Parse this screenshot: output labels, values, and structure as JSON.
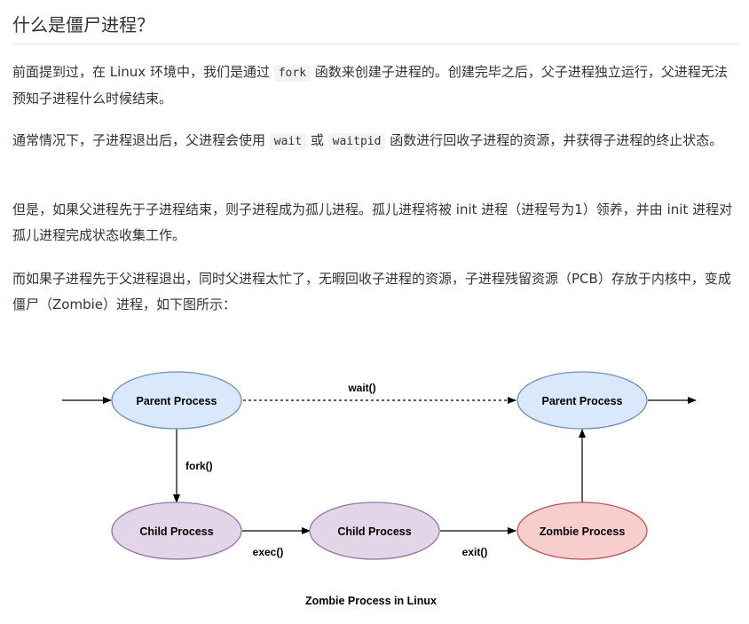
{
  "heading": "什么是僵尸进程？",
  "paragraphs": {
    "p1": {
      "pre": "前面提到过，在 Linux 环境中，我们是通过 ",
      "code": "fork",
      "post": " 函数来创建子进程的。创建完毕之后，父子进程独立运行，父进程无法预知子进程什么时候结束。"
    },
    "p2": {
      "pre": "通常情况下，子进程退出后，父进程会使用 ",
      "code1": "wait",
      "mid": " 或 ",
      "code2": "waitpid",
      "post": " 函数进行回收子进程的资源，并获得子进程的终止状态。"
    },
    "p3": "但是，如果父进程先于子进程结束，则子进程成为孤儿进程。孤儿进程将被 init 进程（进程号为1）领养，并由 init 进程对孤儿进程完成状态收集工作。",
    "p4": "而如果子进程先于父进程退出，同时父进程太忙了，无暇回收子进程的资源，子进程残留资源（PCB）存放于内核中，变成僵尸（Zombie）进程，如下图所示："
  },
  "diagram": {
    "nodes": {
      "parent_left": "Parent Process",
      "parent_right": "Parent Process",
      "child_left": "Child Process",
      "child_mid": "Child Process",
      "zombie": "Zombie Process"
    },
    "edge_labels": {
      "wait": "wait()",
      "fork": "fork()",
      "exec": "exec()",
      "exit": "exit()"
    },
    "caption": "Zombie Process in Linux",
    "colors": {
      "parent_fill": "#dae8fc",
      "parent_stroke": "#6c8ebf",
      "child_fill": "#e1d5e7",
      "child_stroke": "#9673a6",
      "zombie_fill": "#f8cecc",
      "zombie_stroke": "#b85450"
    }
  }
}
